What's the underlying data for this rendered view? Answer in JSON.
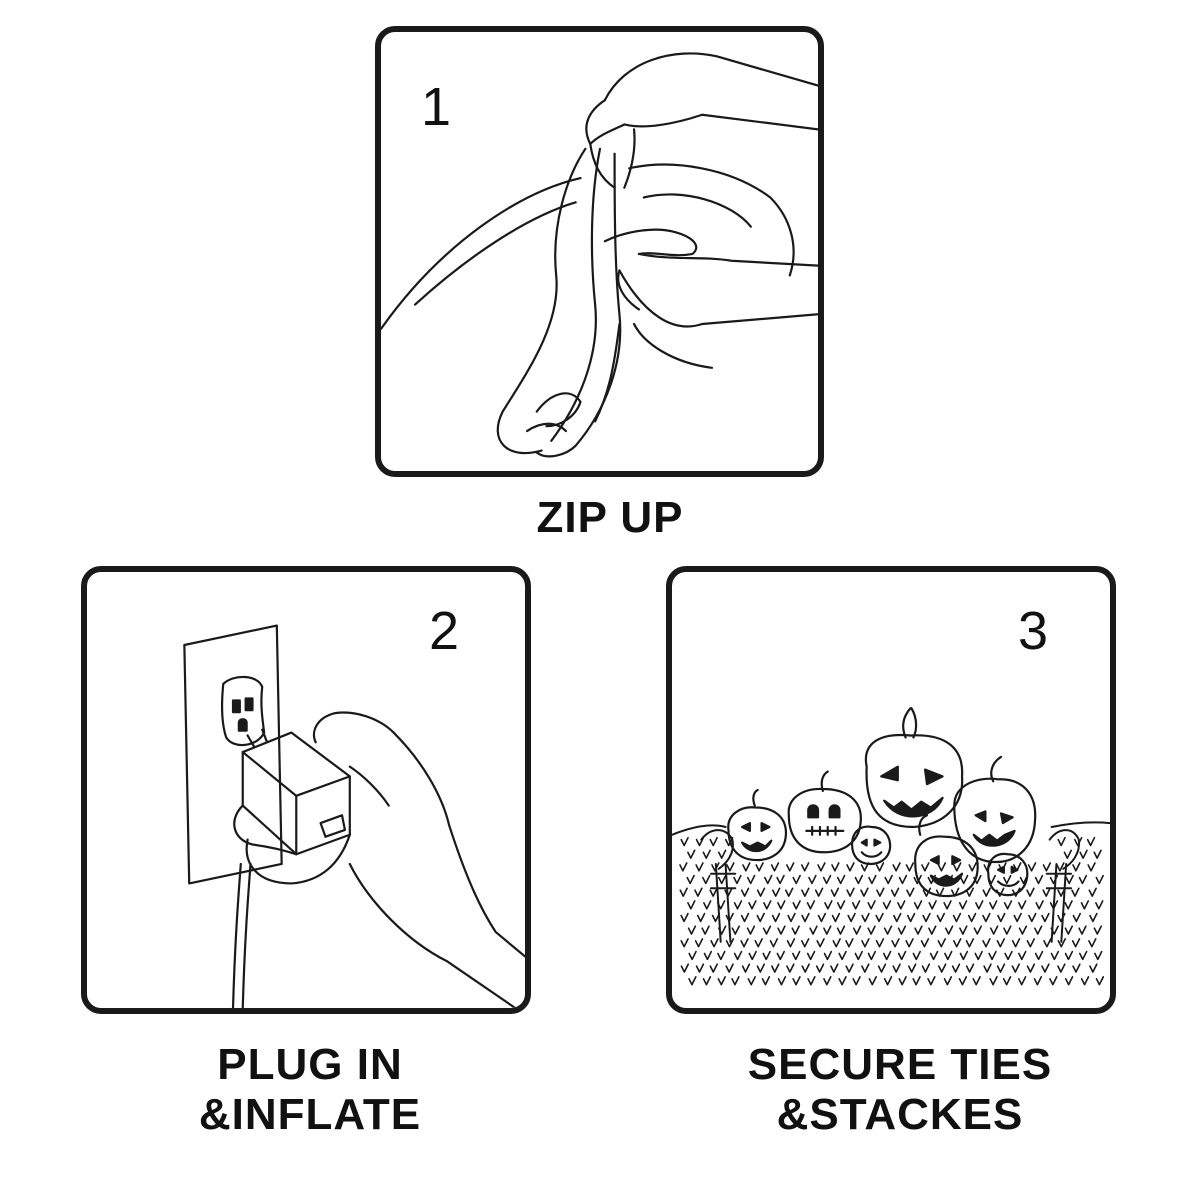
{
  "steps": [
    {
      "number": "1",
      "caption_lines": [
        "ZIP UP"
      ],
      "illustration": "hands-zipping-bag-icon"
    },
    {
      "number": "2",
      "caption_lines": [
        "PLUG IN",
        "&INFLATE"
      ],
      "illustration": "hand-plugging-outlet-icon"
    },
    {
      "number": "3",
      "caption_lines": [
        "SECURE TIES",
        "&STACKES"
      ],
      "illustration": "pumpkins-staked-lawn-icon"
    }
  ],
  "colors": {
    "line": "#1a1a1a",
    "background": "#ffffff"
  }
}
